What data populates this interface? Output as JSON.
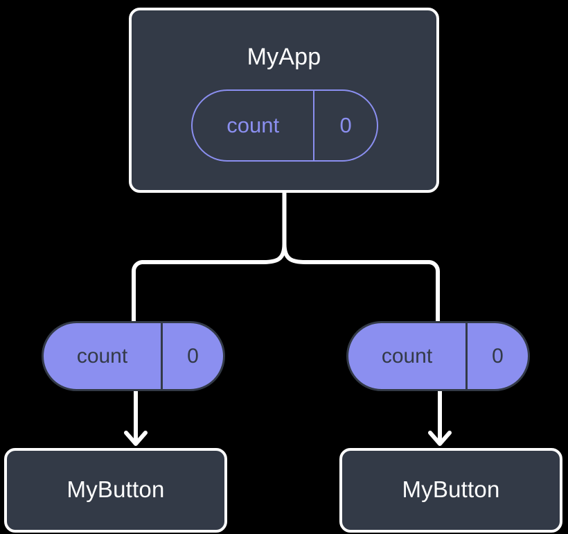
{
  "diagram": {
    "type": "component-state-tree",
    "background_color": "#000000",
    "colors": {
      "box_fill": "#333a47",
      "box_border": "#ffffff",
      "box_text": "#ffffff",
      "state_accent": "#8b8ff0",
      "state_text_on_fill": "#333a47",
      "edge": "#ffffff"
    },
    "root": {
      "name": "root-component",
      "title": "MyApp",
      "state": {
        "key": "count",
        "value": "0",
        "style": "outlined"
      }
    },
    "children": [
      {
        "name": "child-left",
        "title": "MyButton",
        "state": {
          "key": "count",
          "value": "0",
          "style": "filled"
        }
      },
      {
        "name": "child-right",
        "title": "MyButton",
        "state": {
          "key": "count",
          "value": "0",
          "style": "filled"
        }
      }
    ],
    "edges": [
      {
        "name": "root-to-branch-fork",
        "from": "MyApp",
        "to": "branch-split",
        "style": "line"
      },
      {
        "name": "branch-to-left-state",
        "from": "branch-split",
        "to": "left count pill",
        "style": "line"
      },
      {
        "name": "branch-to-right-state",
        "from": "branch-split",
        "to": "right count pill",
        "style": "line"
      },
      {
        "name": "left-state-to-child",
        "from": "left count pill",
        "to": "MyButton",
        "style": "arrow"
      },
      {
        "name": "right-state-to-child",
        "from": "right count pill",
        "to": "MyButton",
        "style": "arrow"
      }
    ]
  }
}
